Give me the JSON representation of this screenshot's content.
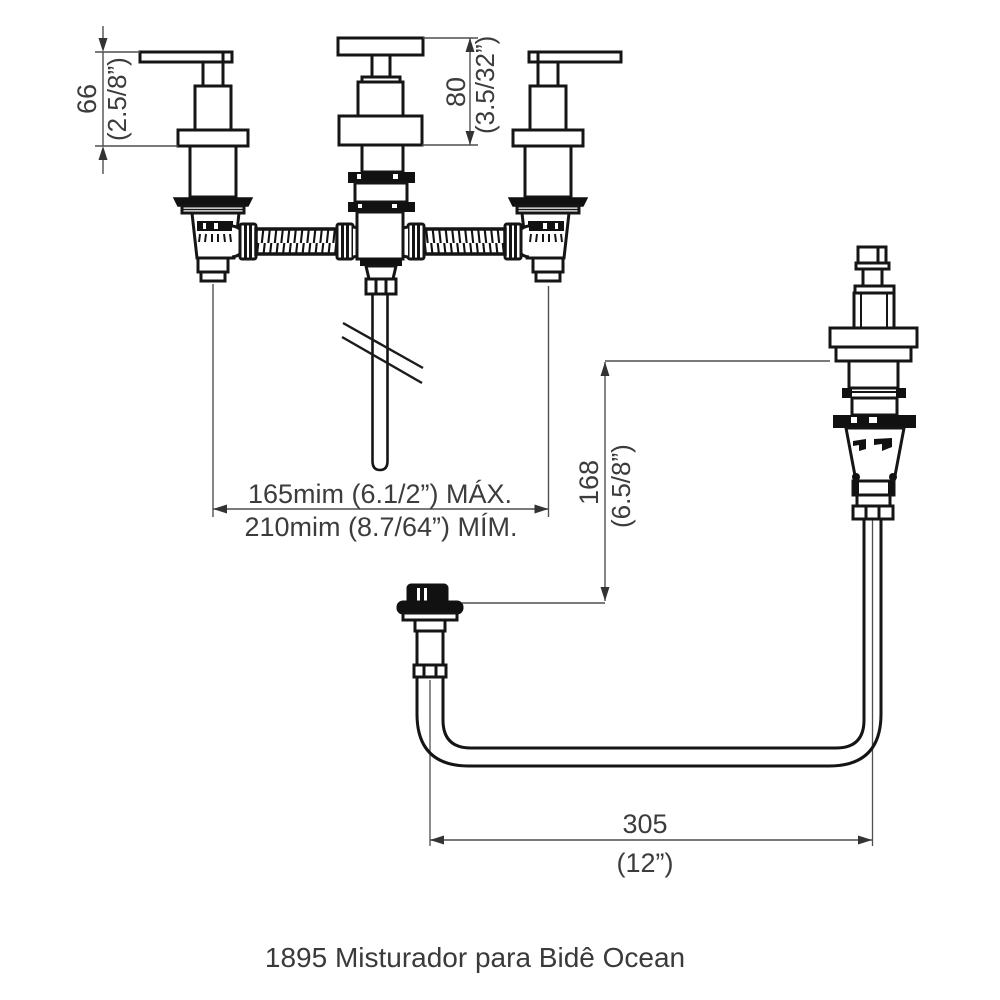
{
  "product": {
    "caption": "1895 Misturador para Bidê Ocean"
  },
  "dimensions": {
    "handle_height_mm": "66",
    "handle_height_in": "(2.5/8”)",
    "spout_height_mm": "80",
    "spout_height_in": "(3.5/32”)",
    "spread_max": "165mim (6.1/2”) MÁX.",
    "spread_min": "210mim (8.7/64”) MÍM.",
    "depth_mm": "168",
    "depth_in": "(6.5/8”)",
    "pipe_length_mm": "305",
    "pipe_length_in": "(12”)"
  }
}
